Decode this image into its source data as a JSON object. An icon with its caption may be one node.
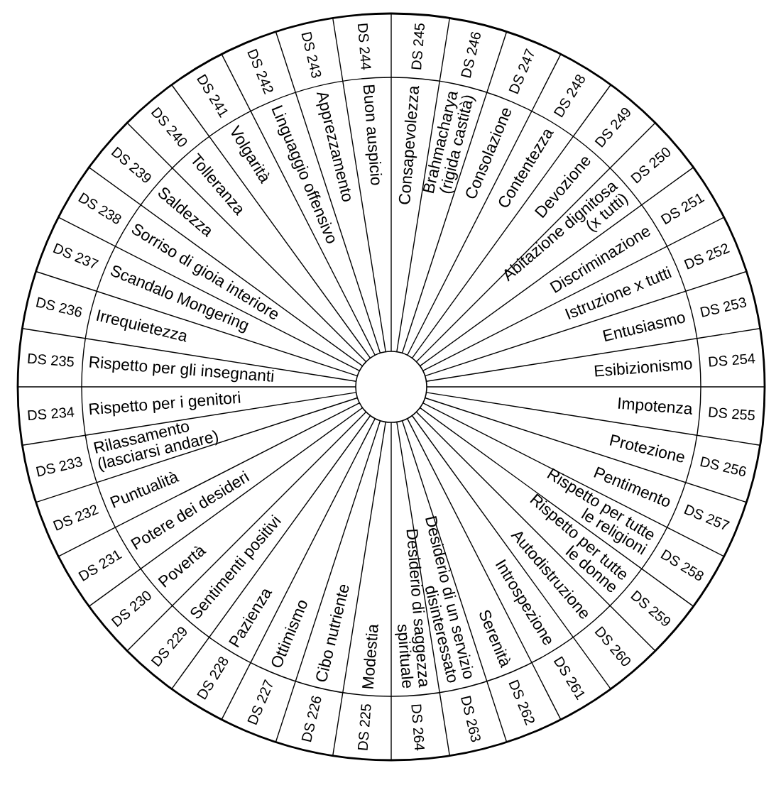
{
  "diagram": {
    "nodes": [
      {
        "text": [
          "DS 225",
          "Modestia"
        ]
      },
      {
        "text": [
          "DS 226",
          "Cibo nutriente"
        ]
      },
      {
        "text": [
          "DS 227",
          "Ottimismo"
        ]
      },
      {
        "text": [
          "DS 228",
          "Pazienza"
        ]
      },
      {
        "text": [
          "DS 229",
          "Sentimenti positivi"
        ]
      },
      {
        "text": [
          "DS 230",
          "Povertà"
        ]
      },
      {
        "text": [
          "DS 231",
          "Potere dei desideri"
        ]
      },
      {
        "text": [
          "DS 232",
          "Puntualità"
        ]
      },
      {
        "text": [
          "DS 233",
          "Rilassamento (lasciarsi andare)"
        ]
      },
      {
        "text": [
          "DS 234",
          "Rispetto per i genitori"
        ]
      },
      {
        "text": [
          "DS 235",
          "Rispetto per gli insegnanti"
        ]
      },
      {
        "text": [
          "DS 236",
          "Irrequietezza"
        ]
      },
      {
        "text": [
          "DS 237",
          "Scandalo Mongering"
        ]
      },
      {
        "text": [
          "DS 238",
          "Sorriso di gioia interiore"
        ]
      },
      {
        "text": [
          "DS 239",
          "Saldezza"
        ]
      },
      {
        "text": [
          "DS 240",
          "Tolleranza"
        ]
      },
      {
        "text": [
          "DS 241",
          "Volgarità"
        ]
      },
      {
        "text": [
          "DS 242",
          "Linguaggio offensivo"
        ]
      },
      {
        "text": [
          "DS 243",
          "Apprezzamento"
        ]
      },
      {
        "text": [
          "DS 244",
          "Buon auspicio"
        ]
      },
      {
        "text": [
          "DS 245",
          "Consapevolezza"
        ]
      },
      {
        "text": [
          "DS 246",
          "Brahmacharya (rigida castità)"
        ]
      },
      {
        "text": [
          "DS 247",
          "Consolazione"
        ]
      },
      {
        "text": [
          "DS 248",
          "Contentezza"
        ]
      },
      {
        "text": [
          "DS 249",
          "Devozione"
        ]
      },
      {
        "text": [
          "DS 250",
          "Abitazione dignitosa (x tutti)"
        ]
      },
      {
        "text": [
          "DS 251",
          "Discriminazione"
        ]
      },
      {
        "text": [
          "DS 252",
          "Istruzione x tutti"
        ]
      },
      {
        "text": [
          "DS 253",
          "Entusiasmo"
        ]
      },
      {
        "text": [
          "DS 254",
          "Esibizionismo"
        ]
      },
      {
        "text": [
          "DS 255",
          "Impotenza"
        ]
      },
      {
        "text": [
          "DS 256",
          "Protezione"
        ]
      },
      {
        "text": [
          "DS 257",
          "Pentimento"
        ]
      },
      {
        "text": [
          "DS 258",
          "Rispetto per tutte le religioni"
        ]
      },
      {
        "text": [
          "DS 259",
          "Rispetto per tutte le donne"
        ]
      },
      {
        "text": [
          "DS 260",
          "Autodistruzione"
        ]
      },
      {
        "text": [
          "DS 261",
          "Introspezione"
        ]
      },
      {
        "text": [
          "DS 262",
          "Serenità"
        ]
      },
      {
        "text": [
          "DS 263",
          "Desiderio di un servizio disinteressato"
        ]
      },
      {
        "text": [
          "DS 264",
          "Desiderio di saggezza spirituale"
        ]
      }
    ]
  }
}
